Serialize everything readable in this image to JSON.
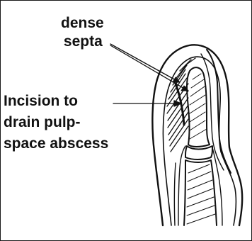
{
  "labels": {
    "dense_septa": [
      "dense",
      "septa"
    ],
    "incision": [
      "Incision to",
      "drain pulp-",
      "space abscess"
    ]
  },
  "colors": {
    "ink": "#111111",
    "background": "#ffffff"
  }
}
